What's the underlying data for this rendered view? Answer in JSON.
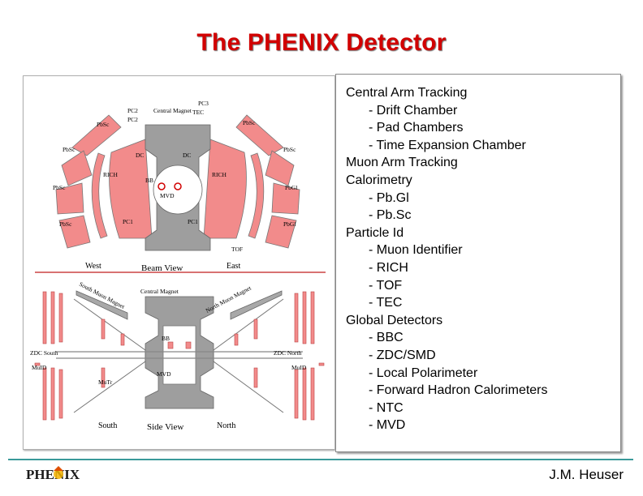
{
  "title": "The PHENIX Detector",
  "outline": [
    {
      "level": 1,
      "text": "Central Arm Tracking"
    },
    {
      "level": 2,
      "text": "- Drift Chamber"
    },
    {
      "level": 2,
      "text": "- Pad Chambers"
    },
    {
      "level": 2,
      "text": "- Time Expansion Chamber"
    },
    {
      "level": 1,
      "text": "Muon Arm Tracking"
    },
    {
      "level": 1,
      "text": "Calorimetry"
    },
    {
      "level": 2,
      "text": "- Pb.Gl"
    },
    {
      "level": 2,
      "text": "- Pb.Sc"
    },
    {
      "level": 1,
      "text": "Particle Id"
    },
    {
      "level": 2,
      "text": "- Muon Identifier"
    },
    {
      "level": 2,
      "text": "- RICH"
    },
    {
      "level": 2,
      "text": "- TOF"
    },
    {
      "level": 2,
      "text": "- TEC"
    },
    {
      "level": 1,
      "text": "Global Detectors"
    },
    {
      "level": 2,
      "text": "- BBC"
    },
    {
      "level": 2,
      "text": "- ZDC/SMD"
    },
    {
      "level": 2,
      "text": "- Local Polarimeter"
    },
    {
      "level": 2,
      "text": "- Forward Hadron Calorimeters"
    },
    {
      "level": 2,
      "text": "- NTC"
    },
    {
      "level": 2,
      "text": "- MVD"
    }
  ],
  "beam_view": {
    "labels": {
      "pc2_left": "PC2",
      "pc2_right": "PC2",
      "pc3": "PC3",
      "central_magnet": "Central Magnet",
      "tec": "TEC",
      "pbsc_tl": "PbSc",
      "pbsc_tr": "PbSc",
      "pbsc_l1": "PbSc",
      "pbsc_l2": "PbSc",
      "pbsc_l3": "PbSc",
      "pbsc_r1": "PbSc",
      "pbgl_r1": "PbGl",
      "pbgl_r2": "PbGl",
      "dc_left": "DC",
      "dc_right": "DC",
      "rich_left": "RICH",
      "rich_right": "RICH",
      "bb": "BB",
      "mvd": "MVD",
      "pc1_left": "PC1",
      "pc1_right": "PC1",
      "tof": "TOF"
    },
    "west": "West",
    "caption": "Beam View",
    "east": "East"
  },
  "side_view": {
    "labels": {
      "south_magnet": "South Muon Magnet",
      "central_magnet": "Central Magnet",
      "north_magnet": "North Muon Magnet",
      "zdc_south": "ZDC South",
      "zdc_north": "ZDC North",
      "muid_left": "MuID",
      "muid_right": "MuID",
      "mutr": "MuTr",
      "bb": "BB",
      "mvd": "MVD"
    },
    "south": "South",
    "caption": "Side View",
    "north": "North"
  },
  "logo": {
    "text": "PHENIX"
  },
  "author": "J.M. Heuser",
  "colors": {
    "title": "#d10000",
    "detector_fill": "#f28b8b",
    "magnet_fill": "#9e9e9e",
    "rule": "#3a9a9a"
  }
}
